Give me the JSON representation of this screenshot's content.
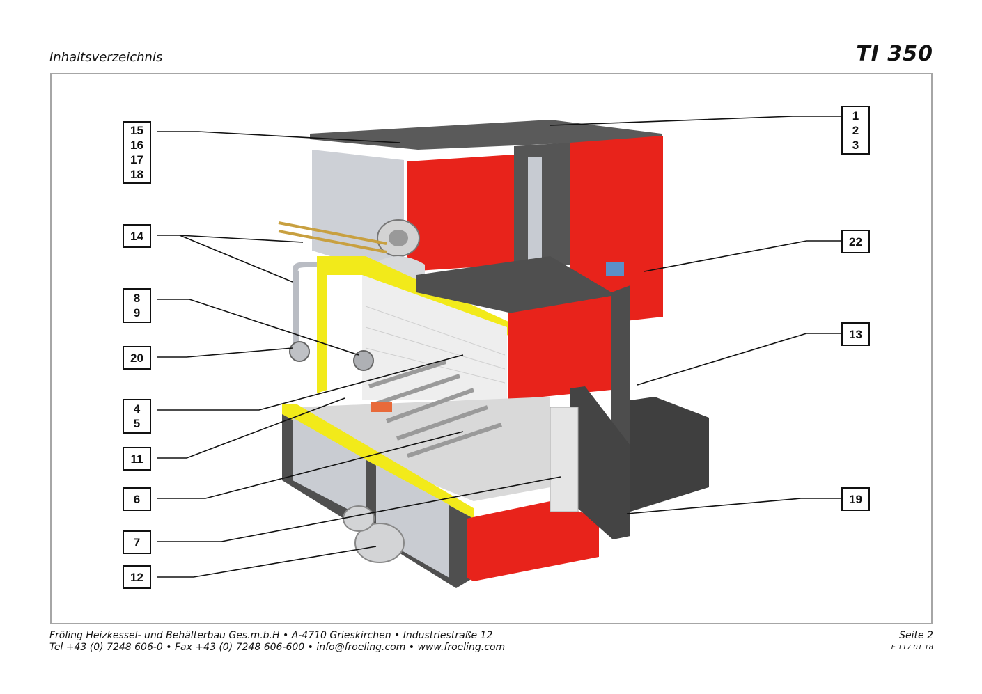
{
  "header": {
    "section": "Inhaltsverzeichnis",
    "model": "TI 350"
  },
  "callouts": [
    {
      "id": "15-18",
      "lines": [
        "15",
        "16",
        "17",
        "18"
      ]
    },
    {
      "id": "14",
      "lines": [
        "14"
      ]
    },
    {
      "id": "8-9",
      "lines": [
        "8",
        "9"
      ]
    },
    {
      "id": "20",
      "lines": [
        "20"
      ]
    },
    {
      "id": "4-5",
      "lines": [
        "4",
        "5"
      ]
    },
    {
      "id": "11",
      "lines": [
        "11"
      ]
    },
    {
      "id": "6",
      "lines": [
        "6"
      ]
    },
    {
      "id": "7",
      "lines": [
        "7"
      ]
    },
    {
      "id": "12",
      "lines": [
        "12"
      ]
    },
    {
      "id": "1-3",
      "lines": [
        "1",
        "2",
        "3"
      ]
    },
    {
      "id": "22",
      "lines": [
        "22"
      ]
    },
    {
      "id": "13",
      "lines": [
        "13"
      ]
    },
    {
      "id": "19",
      "lines": [
        "19"
      ]
    }
  ],
  "footer": {
    "line1": "Fröling Heizkessel- und Behälterbau Ges.m.b.H   •  A-4710 Grieskirchen   •  Industriestraße 12",
    "line2": "Tel +43 (0) 7248 606-0   •  Fax +43 (0) 7248 606-600   •  info@froeling.com   •  www.froeling.com",
    "page": "Seite 2",
    "doc_code": "E 117 01 18"
  },
  "colors": {
    "housing_red": "#e8231b",
    "insulation_yellow": "#f2ea1a",
    "frame_dark": "#4a4a4a",
    "panel_grey": "#c9ccd2",
    "frame_border": "#a6a6a6"
  }
}
